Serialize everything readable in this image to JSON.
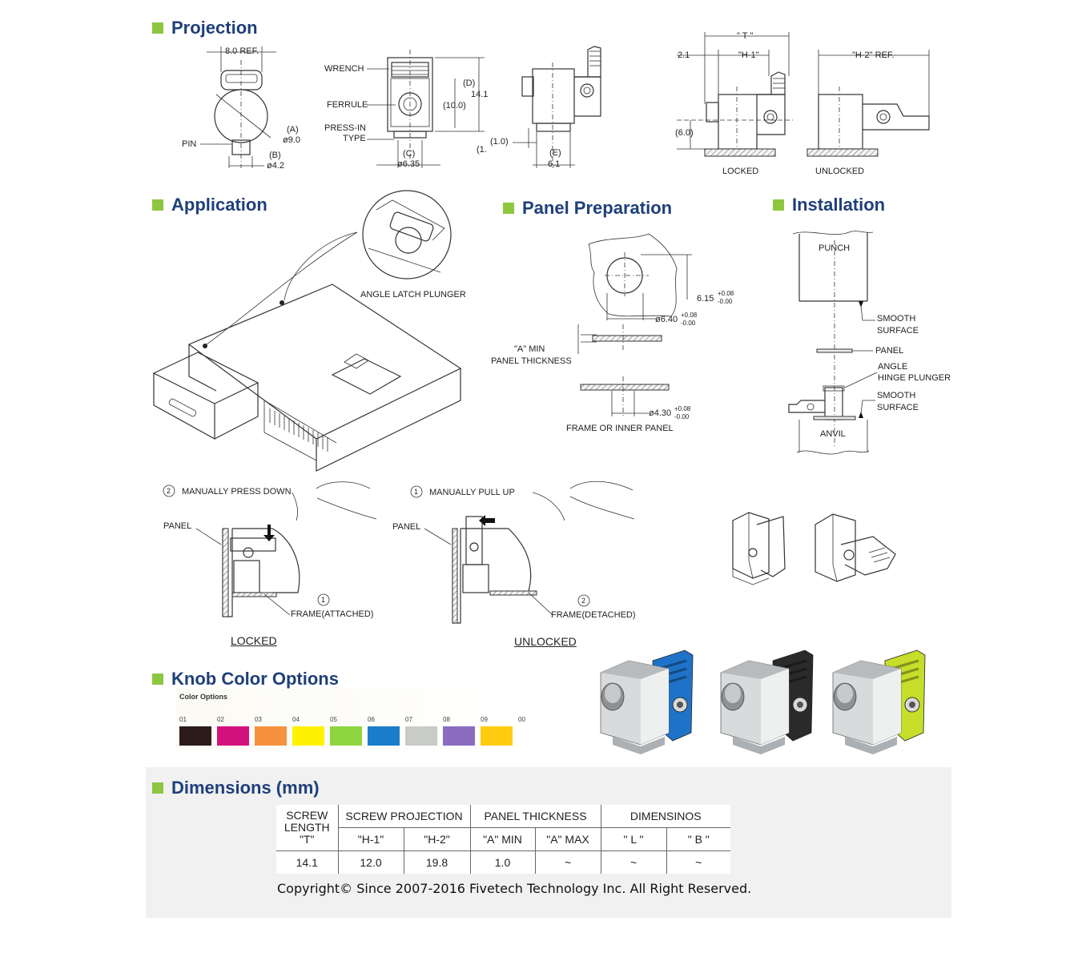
{
  "sections": {
    "projection": "Projection",
    "application": "Application",
    "panel_preparation": "Panel Preparation",
    "installation": "Installation",
    "knob_color_options": "Knob Color Options",
    "dimensions": "Dimensions (mm)"
  },
  "projection_labels": {
    "ref_8": "8.0 REF.",
    "pin": "PIN",
    "a_label": "(A)",
    "a_val": "ø9.0",
    "b_label": "(B)",
    "b_val": "ø4.2",
    "wrench": "WRENCH",
    "ferrule": "FERRULE",
    "press_in": "PRESS-IN",
    "type": "TYPE",
    "d_label": "(D)",
    "d_val": "14.1",
    "ten": "(10.0)",
    "c_label": "(C)",
    "c_val": "ø6.35",
    "one_a": "(1.0)",
    "one_b": "(1.",
    "e_label": "(E)",
    "e_val": "6.1",
    "t": "\" T \"",
    "v21": "2.1",
    "h1": "\"H-1\"",
    "h2ref": "\"H-2\" REF.",
    "six": "(6.0)",
    "locked": "LOCKED",
    "unlocked": "UNLOCKED"
  },
  "application_labels": {
    "angle_latch": "ANGLE LATCH PLUNGER",
    "step2_num": "2",
    "step2": "MANUALLY PRESS DOWN",
    "step1_num": "1",
    "step1": "MANUALLY PULL UP",
    "panel_l": "PANEL",
    "panel_r": "PANEL",
    "frame_attached_num": "1",
    "frame_attached": "FRAME(ATTACHED)",
    "frame_detached_num": "2",
    "frame_detached": "FRAME(DETACHED)",
    "locked": "LOCKED",
    "unlocked": "UNLOCKED"
  },
  "panel_prep_labels": {
    "d615": "6.15",
    "d615_tol_top": "+0.08",
    "d615_tol_bot": "-0.00",
    "d640": "ø6.40",
    "d640_tol_top": "+0.08",
    "d640_tol_bot": "-0.00",
    "a_min": "\"A\" MIN",
    "panel_thickness": "PANEL THICKNESS",
    "d430": "ø4.30",
    "d430_tol_top": "+0.08",
    "d430_tol_bot": "-0.00",
    "frame_inner": "FRAME OR INNER PANEL"
  },
  "installation_labels": {
    "punch": "PUNCH",
    "smooth1a": "SMOOTH",
    "smooth1b": "SURFACE",
    "panel": "PANEL",
    "angle": "ANGLE",
    "hinge": "HINGE PLUNGER",
    "smooth2a": "SMOOTH",
    "smooth2b": "SURFACE",
    "anvil": "ANVIL"
  },
  "color_options": {
    "caption": "Color Options",
    "swatches": [
      {
        "num": "01",
        "color": "#2b1b1b"
      },
      {
        "num": "02",
        "color": "#d4127e"
      },
      {
        "num": "03",
        "color": "#f6923e"
      },
      {
        "num": "04",
        "color": "#fff200"
      },
      {
        "num": "05",
        "color": "#8dd63f"
      },
      {
        "num": "06",
        "color": "#1a7dc9"
      },
      {
        "num": "07",
        "color": "#c9cbc7"
      },
      {
        "num": "08",
        "color": "#8a6dc1"
      },
      {
        "num": "09",
        "color": "#ffcc12"
      },
      {
        "num": "00",
        "color": ""
      }
    ],
    "knob_colors": [
      "#1e73c8",
      "#2a2a2a",
      "#c6dd2a"
    ]
  },
  "dimensions_table": {
    "h_screw_length": "SCREW",
    "h_length": "LENGTH",
    "h_t": "\"T\"",
    "h_screw_projection": "SCREW PROJECTION",
    "h_panel_thickness": "PANEL THICKNESS",
    "h_dimensinos": "DIMENSINOS",
    "sub": [
      "\"H-1\"",
      "\"H-2\"",
      "\"A\" MIN",
      "\"A\" MAX",
      "\" L \"",
      "\" B \""
    ],
    "row": [
      "14.1",
      "12.0",
      "19.8",
      "1.0",
      "~",
      "~",
      "~"
    ]
  },
  "copyright": "Copyright© Since 2007-2016 Fivetech Technology Inc. All Right Reserved.",
  "accent_color": "#1f3f7a",
  "bullet_color": "#8dc63f"
}
